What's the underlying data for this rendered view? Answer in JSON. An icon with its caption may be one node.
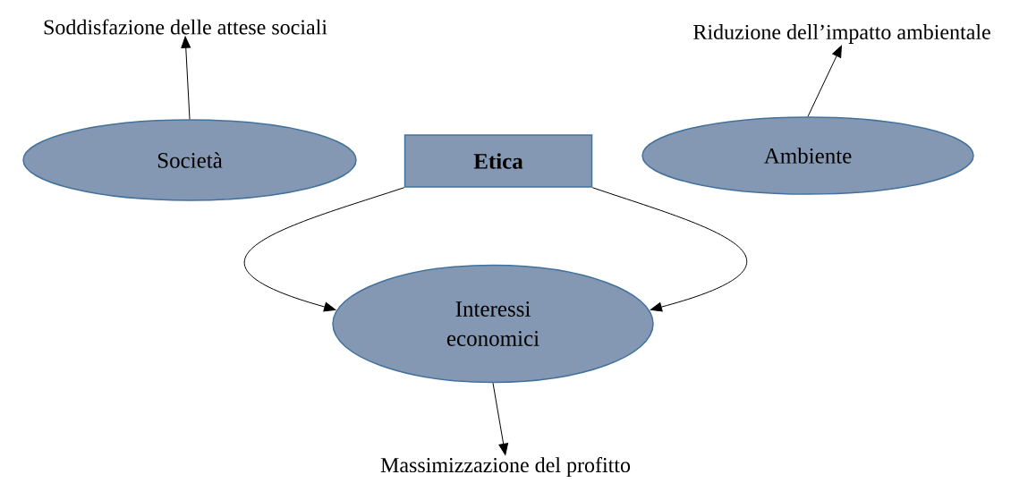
{
  "diagram": {
    "nodes": [
      {
        "text": [
          "Soddisfazione delle attese sociali"
        ]
      },
      {
        "text": [
          "Riduzione dell’impatto ambientale"
        ]
      },
      {
        "text": [
          "Società"
        ]
      },
      {
        "text": [
          "Etica"
        ]
      },
      {
        "text": [
          "Ambiente"
        ]
      },
      {
        "text": [
          "Interessi economici"
        ]
      },
      {
        "text": [
          "Massimizzazione del profitto"
        ]
      }
    ],
    "edges": [
      {
        "from": 2,
        "to": 0,
        "arrow": "to"
      },
      {
        "from": 4,
        "to": 1,
        "arrow": "to"
      },
      {
        "from": 3,
        "to": 5,
        "arrow": "to"
      },
      {
        "from": 3,
        "to": 5,
        "arrow": "to"
      },
      {
        "from": 5,
        "to": 6,
        "arrow": "to"
      }
    ]
  }
}
